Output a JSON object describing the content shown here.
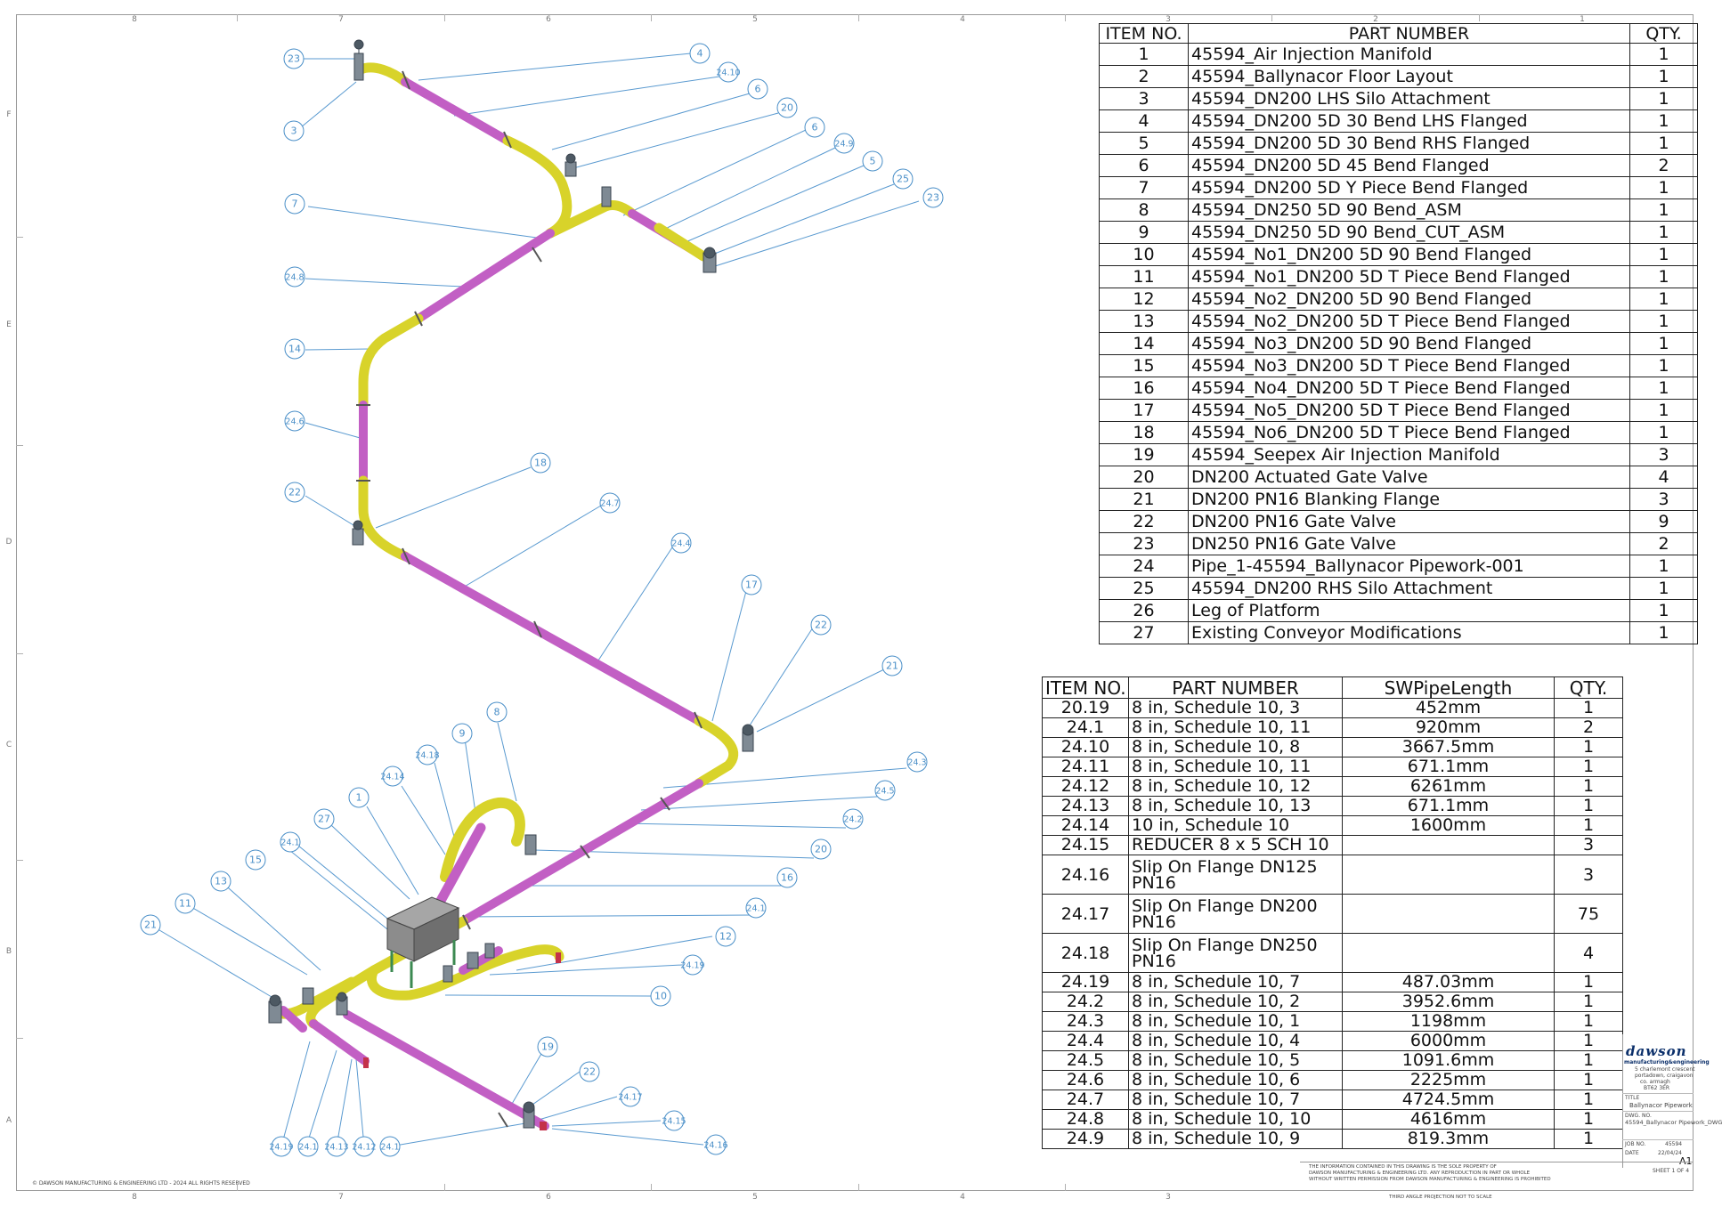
{
  "border": {
    "columns": [
      "8",
      "7",
      "6",
      "5",
      "4",
      "3",
      "2",
      "1"
    ],
    "rows": [
      "F",
      "E",
      "D",
      "C",
      "B",
      "A"
    ]
  },
  "main_bom": {
    "headers": {
      "item": "ITEM NO.",
      "part": "PART NUMBER",
      "qty": "QTY."
    },
    "rows": [
      {
        "item": "1",
        "part": "45594_Air Injection Manifold",
        "qty": "1"
      },
      {
        "item": "2",
        "part": "45594_Ballynacor Floor Layout",
        "qty": "1"
      },
      {
        "item": "3",
        "part": "45594_DN200 LHS Silo Attachment",
        "qty": "1"
      },
      {
        "item": "4",
        "part": "45594_DN200 5D 30 Bend LHS Flanged",
        "qty": "1"
      },
      {
        "item": "5",
        "part": "45594_DN200 5D 30 Bend RHS Flanged",
        "qty": "1"
      },
      {
        "item": "6",
        "part": "45594_DN200 5D 45 Bend Flanged",
        "qty": "2"
      },
      {
        "item": "7",
        "part": "45594_DN200 5D Y Piece Bend Flanged",
        "qty": "1"
      },
      {
        "item": "8",
        "part": "45594_DN250 5D 90 Bend_ASM",
        "qty": "1"
      },
      {
        "item": "9",
        "part": "45594_DN250 5D 90 Bend_CUT_ASM",
        "qty": "1"
      },
      {
        "item": "10",
        "part": "45594_No1_DN200 5D 90 Bend Flanged",
        "qty": "1"
      },
      {
        "item": "11",
        "part": "45594_No1_DN200 5D T Piece Bend Flanged",
        "qty": "1"
      },
      {
        "item": "12",
        "part": "45594_No2_DN200 5D 90 Bend Flanged",
        "qty": "1"
      },
      {
        "item": "13",
        "part": "45594_No2_DN200 5D T Piece Bend Flanged",
        "qty": "1"
      },
      {
        "item": "14",
        "part": "45594_No3_DN200 5D 90 Bend Flanged",
        "qty": "1"
      },
      {
        "item": "15",
        "part": "45594_No3_DN200 5D T Piece Bend Flanged",
        "qty": "1"
      },
      {
        "item": "16",
        "part": "45594_No4_DN200 5D T Piece Bend Flanged",
        "qty": "1"
      },
      {
        "item": "17",
        "part": "45594_No5_DN200 5D T Piece Bend Flanged",
        "qty": "1"
      },
      {
        "item": "18",
        "part": "45594_No6_DN200 5D T Piece Bend Flanged",
        "qty": "1"
      },
      {
        "item": "19",
        "part": "45594_Seepex Air Injection Manifold",
        "qty": "3"
      },
      {
        "item": "20",
        "part": "DN200 Actuated Gate Valve",
        "qty": "4"
      },
      {
        "item": "21",
        "part": "DN200 PN16 Blanking Flange",
        "qty": "3"
      },
      {
        "item": "22",
        "part": "DN200 PN16 Gate Valve",
        "qty": "9"
      },
      {
        "item": "23",
        "part": "DN250 PN16 Gate Valve",
        "qty": "2"
      },
      {
        "item": "24",
        "part": "Pipe_1-45594_Ballynacor Pipework-001",
        "qty": "1"
      },
      {
        "item": "25",
        "part": "45594_DN200 RHS Silo Attachment",
        "qty": "1"
      },
      {
        "item": "26",
        "part": "Leg of Platform",
        "qty": "1"
      },
      {
        "item": "27",
        "part": "Existing Conveyor Modifications",
        "qty": "1"
      }
    ]
  },
  "pipe_bom": {
    "headers": {
      "item": "ITEM NO.",
      "part": "PART NUMBER",
      "length": "SWPipeLength",
      "qty": "QTY."
    },
    "rows": [
      {
        "item": "20.19",
        "part": "8 in, Schedule 10, 3",
        "length": "452mm",
        "qty": "1"
      },
      {
        "item": "24.1",
        "part": "8 in, Schedule 10, 11",
        "length": "920mm",
        "qty": "2"
      },
      {
        "item": "24.10",
        "part": "8 in, Schedule 10, 8",
        "length": "3667.5mm",
        "qty": "1"
      },
      {
        "item": "24.11",
        "part": "8 in, Schedule 10, 11",
        "length": "671.1mm",
        "qty": "1"
      },
      {
        "item": "24.12",
        "part": "8 in, Schedule 10, 12",
        "length": "6261mm",
        "qty": "1"
      },
      {
        "item": "24.13",
        "part": "8 in, Schedule 10, 13",
        "length": "671.1mm",
        "qty": "1"
      },
      {
        "item": "24.14",
        "part": "10 in, Schedule 10",
        "length": "1600mm",
        "qty": "1"
      },
      {
        "item": "24.15",
        "part": "REDUCER 8 x 5 SCH 10",
        "length": "",
        "qty": "3"
      },
      {
        "item": "24.16",
        "part": "Slip On Flange DN125 PN16",
        "length": "",
        "qty": "3",
        "tall": true
      },
      {
        "item": "24.17",
        "part": "Slip On Flange DN200 PN16",
        "length": "",
        "qty": "75",
        "tall": true
      },
      {
        "item": "24.18",
        "part": "Slip On Flange DN250 PN16",
        "length": "",
        "qty": "4",
        "tall": true
      },
      {
        "item": "24.19",
        "part": "8 in, Schedule 10, 7",
        "length": "487.03mm",
        "qty": "1"
      },
      {
        "item": "24.2",
        "part": "8 in, Schedule 10, 2",
        "length": "3952.6mm",
        "qty": "1"
      },
      {
        "item": "24.3",
        "part": "8 in, Schedule 10, 1",
        "length": "1198mm",
        "qty": "1"
      },
      {
        "item": "24.4",
        "part": "8 in, Schedule 10, 4",
        "length": "6000mm",
        "qty": "1"
      },
      {
        "item": "24.5",
        "part": "8 in, Schedule 10, 5",
        "length": "1091.6mm",
        "qty": "1"
      },
      {
        "item": "24.6",
        "part": "8 in, Schedule 10, 6",
        "length": "2225mm",
        "qty": "1"
      },
      {
        "item": "24.7",
        "part": "8 in, Schedule 10, 7",
        "length": "4724.5mm",
        "qty": "1"
      },
      {
        "item": "24.8",
        "part": "8 in, Schedule 10, 10",
        "length": "4616mm",
        "qty": "1"
      },
      {
        "item": "24.9",
        "part": "8 in, Schedule 10, 9",
        "length": "819.3mm",
        "qty": "1"
      }
    ]
  },
  "balloons": [
    {
      "label": "23"
    },
    {
      "label": "3"
    },
    {
      "label": "4"
    },
    {
      "label": "24.10"
    },
    {
      "label": "6"
    },
    {
      "label": "20"
    },
    {
      "label": "6"
    },
    {
      "label": "24.9"
    },
    {
      "label": "5"
    },
    {
      "label": "25"
    },
    {
      "label": "23"
    },
    {
      "label": "7"
    },
    {
      "label": "24.8"
    },
    {
      "label": "14"
    },
    {
      "label": "24.6"
    },
    {
      "label": "18"
    },
    {
      "label": "22"
    },
    {
      "label": "24.7"
    },
    {
      "label": "24.4"
    },
    {
      "label": "17"
    },
    {
      "label": "22"
    },
    {
      "label": "21"
    },
    {
      "label": "8"
    },
    {
      "label": "9"
    },
    {
      "label": "24.18"
    },
    {
      "label": "24.14"
    },
    {
      "label": "1"
    },
    {
      "label": "27"
    },
    {
      "label": "24.3"
    },
    {
      "label": "24.5"
    },
    {
      "label": "24.2"
    },
    {
      "label": "20"
    },
    {
      "label": "16"
    },
    {
      "label": "24.1"
    },
    {
      "label": "15"
    },
    {
      "label": "24.1"
    },
    {
      "label": "13"
    },
    {
      "label": "11"
    },
    {
      "label": "21"
    },
    {
      "label": "12"
    },
    {
      "label": "24.19"
    },
    {
      "label": "10"
    },
    {
      "label": "19"
    },
    {
      "label": "22"
    },
    {
      "label": "24.17"
    },
    {
      "label": "24.15"
    },
    {
      "label": "24.16"
    },
    {
      "label": "24.19"
    },
    {
      "label": "24.1"
    },
    {
      "label": "24.13"
    },
    {
      "label": "24.12"
    },
    {
      "label": "24.1"
    }
  ],
  "title_block": {
    "logo": "dawson",
    "tagline": "manufacturing&engineering",
    "address": [
      "5 charlemont crescent",
      "portadown, craigavon",
      "co. armagh",
      "BT62 3ER"
    ],
    "title_label": "TITLE",
    "title": "Ballynacor Pipework",
    "dwg_label": "DWG. NO.",
    "dwg_no": "45594_Ballynacor Pipework_DWG",
    "job_label": "JOB NO.",
    "job_no": "45594",
    "date_label": "DATE",
    "date": "22/04/24",
    "size": "A1",
    "sheet": "SHEET 1 OF 4"
  },
  "footer": {
    "notice": [
      "THE INFORMATION CONTAINED IN THIS DRAWING IS THE SOLE PROPERTY OF",
      "DAWSON MANUFACTURING & ENGINEERING LTD. ANY REPRODUCTION IN PART OR WHOLE",
      "WITHOUT WRITTEN PERMISSION FROM DAWSON MANUFACTURING & ENGINEERING IS PROHIBITED"
    ],
    "projection": "THIRD ANGLE PROJECTION",
    "scale": "NOT TO SCALE",
    "copyright": "© DAWSON MANUFACTURING & ENGINEERING LTD - 2024 ALL RIGHTS RESERVED"
  },
  "colors": {
    "pipe_yellow": "#d8d32a",
    "pipe_magenta": "#c25fc4",
    "balloon": "#4a8fc8",
    "leader": "#5a9ad0",
    "valve_grey": "#7f8a94",
    "tank_grey": "#8c8c8c",
    "leg_green": "#3c8a52",
    "flange_red": "#c4324a",
    "logo_blue": "#0b2f6a"
  }
}
